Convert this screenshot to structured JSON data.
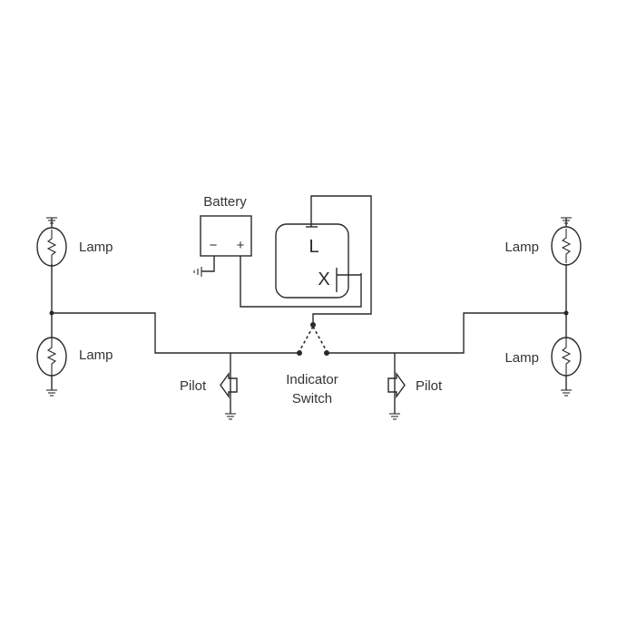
{
  "labels": {
    "battery": "Battery",
    "battery_minus": "−",
    "battery_plus": "+",
    "flasher_L": "L",
    "flasher_X": "X",
    "lamp_left_top": "Lamp",
    "lamp_left_bottom": "Lamp",
    "lamp_right_top": "Lamp",
    "lamp_right_bottom": "Lamp",
    "pilot_left": "Pilot",
    "pilot_right": "Pilot",
    "switch_line1": "Indicator",
    "switch_line2": "Switch"
  },
  "colors": {
    "line": "#2a2a2a",
    "text": "#333333",
    "background": "#ffffff"
  }
}
